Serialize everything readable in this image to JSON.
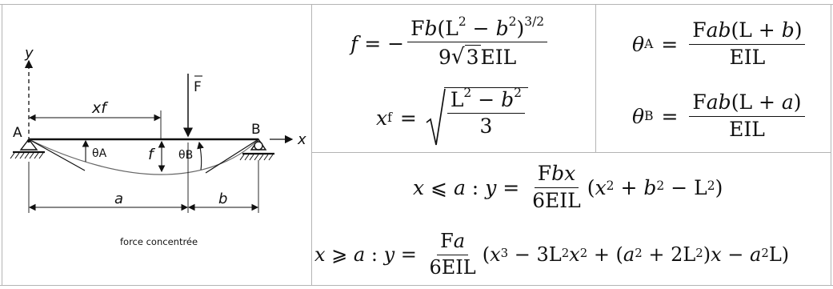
{
  "diagram": {
    "axis_y": "y",
    "axis_x": "x",
    "force": "F",
    "point_a": "A",
    "point_b": "B",
    "dim_xf": "xf",
    "dim_a": "a",
    "dim_b": "b",
    "angle_a": "θA",
    "angle_b": "θB",
    "deflection": "f",
    "caption": "force concentrée"
  },
  "formulas": {
    "f": {
      "lhs": "f",
      "sign": "= −",
      "num_a": "F",
      "num_b": "b",
      "num_c": "(L",
      "num_d": "2",
      "num_e": " − ",
      "num_f": "b",
      "num_g": "2",
      "num_h": ")",
      "num_i": "3/2",
      "den_a": "9",
      "den_b": "3",
      "den_c": "EIL"
    },
    "xf": {
      "lhs": "x",
      "lhs_sub": "f",
      "eq": "=",
      "num_a": "L",
      "num_b": "2",
      "num_c": " − ",
      "num_d": "b",
      "num_e": "2",
      "den": "3"
    },
    "theta_a": {
      "lhs": "θ",
      "lhs_sub": "A",
      "eq": "=",
      "num_a": "F",
      "num_b": "ab",
      "num_c": "(L + ",
      "num_d": "b",
      "num_e": ")",
      "den": "EIL"
    },
    "theta_b": {
      "lhs": "θ",
      "lhs_sub": "B",
      "eq": "=",
      "num_a": "F",
      "num_b": "ab",
      "num_c": "(L + ",
      "num_d": "a",
      "num_e": ")",
      "den": "EIL"
    },
    "y1": {
      "cond_a": "x",
      "cond_rel": " ⩽ ",
      "cond_b": "a",
      "sep": " : ",
      "y": "y",
      "eq": " = ",
      "num_a": "F",
      "num_b": "bx",
      "den": "6EIL",
      "t1": "(",
      "t2": "x",
      "t3": "2",
      "t4": " + ",
      "t5": "b",
      "t6": "2",
      "t7": " − L",
      "t8": "2",
      "t9": ")"
    },
    "y2": {
      "cond_a": "x",
      "cond_rel": " ⩾ ",
      "cond_b": "a",
      "sep": " : ",
      "y": "y",
      "eq": " = ",
      "num_a": "F",
      "num_b": "a",
      "den": "6EIL",
      "t1": "(",
      "t2": "x",
      "t3": "3",
      "t4": " − 3L",
      "t5": "2",
      "t6": "x",
      "t7": "2",
      "t8": " + (",
      "t9": "a",
      "t10": "2",
      "t11": " + 2L",
      "t12": "2",
      "t13": ")",
      "t14": "x",
      "t15": " − ",
      "t16": "a",
      "t17": "2",
      "t18": "L)"
    }
  }
}
